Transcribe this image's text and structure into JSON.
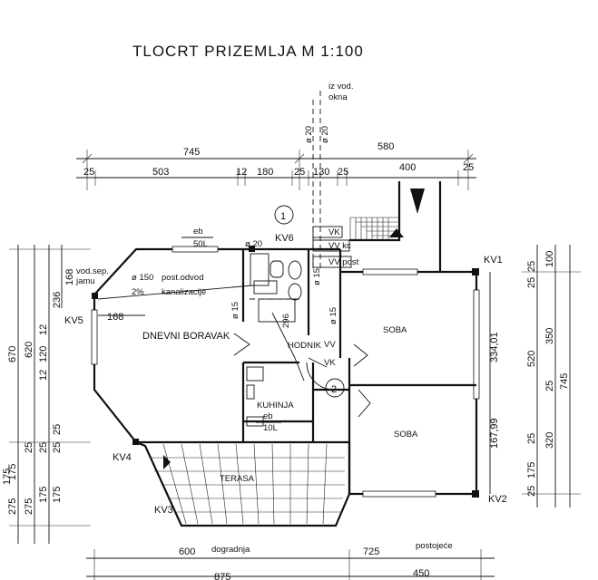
{
  "title": "TLOCRT PRIZEMLJA   M 1:100",
  "top_dimensions": {
    "row1": [
      "745",
      "580"
    ],
    "row2": [
      "25",
      "503",
      "12",
      "180",
      "25",
      "130",
      "25",
      "400",
      "25"
    ]
  },
  "bottom_dimensions": {
    "row1": [
      "600",
      "dogradnja",
      "725",
      "postojeće"
    ],
    "row2": [
      "875",
      "450"
    ]
  },
  "left_dimensions": {
    "outer": [
      "670",
      "175",
      "275"
    ],
    "inner": [
      "620",
      "12",
      "120",
      "12",
      "275",
      "25",
      "25",
      "175",
      "175"
    ],
    "inner2": [
      "236",
      "168",
      "25",
      "25"
    ]
  },
  "right_dimensions": {
    "col1": [
      "25",
      "25",
      "520",
      "25",
      "175",
      "25"
    ],
    "col2": [
      "100",
      "350",
      "25",
      "320"
    ],
    "col3": [
      "745"
    ]
  },
  "interior_dimensions": [
    "334,01",
    "167,99",
    "168"
  ],
  "rooms": {
    "dnevni_boravak": "DNEVNI BORAVAK",
    "soba_1": "SOBA",
    "soba_2": "SOBA",
    "kuhinja": "KUHINJA",
    "terasa": "TERASA",
    "hodnik": "HODNIK"
  },
  "labels": {
    "kv1": "KV1",
    "kv2": "KV2",
    "kv3": "KV3",
    "kv4": "KV4",
    "kv5": "KV5",
    "kv6": "KV6",
    "vk": "VK",
    "vv_kc": "VV kc",
    "vv_post": "VV post",
    "vv2": "VV",
    "vk2": "VK",
    "circle1": "1",
    "circle2": "2",
    "iz_vod_okna_1": "iz vod.",
    "iz_vod_okna_2": "okna",
    "phi20_a": "ø 20",
    "phi20_b": "ø 20",
    "phi20_c": "ø 20",
    "eb1": "eb",
    "eb1_vol": "50L",
    "eb2": "eb",
    "eb2_vol": "10L",
    "vod_sep_1": "vod.sep.",
    "vod_sep_2": "jamu",
    "phi150": "ø 150",
    "post_odvod": "post.odvod",
    "pct": "2%",
    "kanalizacije": "kanalizacije",
    "phi15_a": "ø 15",
    "phi15_b": "ø 15",
    "phi15_c": "ø 15",
    "d296": "296",
    "left_168": "168",
    "left_edge": "175"
  }
}
